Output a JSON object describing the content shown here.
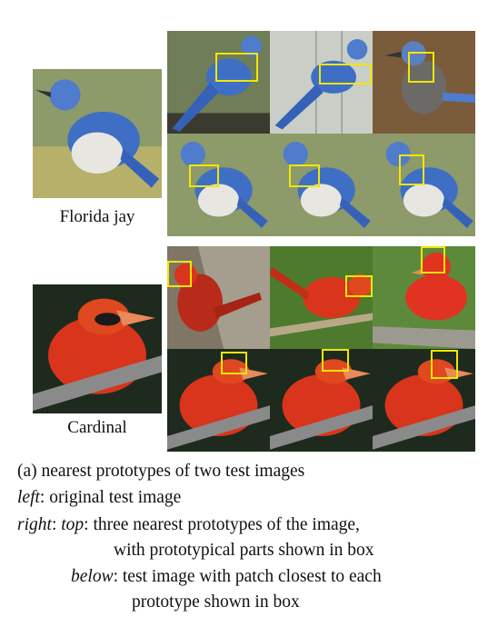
{
  "groups": [
    {
      "test_label": "Florida jay",
      "bird": "blue-jay",
      "test_image_icon": "florida-jay-photo-icon",
      "prototype_icons": [
        "jay-prototype-1-icon",
        "jay-prototype-2-icon",
        "jay-prototype-3-icon"
      ],
      "patch_icons": [
        "jay-patch-1-icon",
        "jay-patch-2-icon",
        "jay-patch-3-icon"
      ],
      "colors": {
        "body": "#3f6fc4",
        "belly": "#e8e6e0",
        "bg": "#8d9a6a"
      }
    },
    {
      "test_label": "Cardinal",
      "bird": "cardinal",
      "test_image_icon": "cardinal-photo-icon",
      "prototype_icons": [
        "cardinal-prototype-1-icon",
        "cardinal-prototype-2-icon",
        "cardinal-prototype-3-icon"
      ],
      "patch_icons": [
        "cardinal-patch-1-icon",
        "cardinal-patch-2-icon",
        "cardinal-patch-3-icon"
      ],
      "colors": {
        "body": "#d8351c",
        "belly": "#e0481f",
        "bg": "#1f2a1e"
      }
    }
  ],
  "box_color": "#f3e600",
  "caption": {
    "line1": "(a) nearest prototypes of two test images",
    "line2_em": "left",
    "line2_rest": ": original test image",
    "line3_em1": "right",
    "line3_sep": ": ",
    "line3_em2": "top",
    "line3_rest": ": three nearest prototypes of the image,",
    "line4": "with prototypical parts shown in box",
    "line5_em": "below",
    "line5_rest": ": test image with patch closest to each",
    "line6": "prototype shown in box"
  }
}
